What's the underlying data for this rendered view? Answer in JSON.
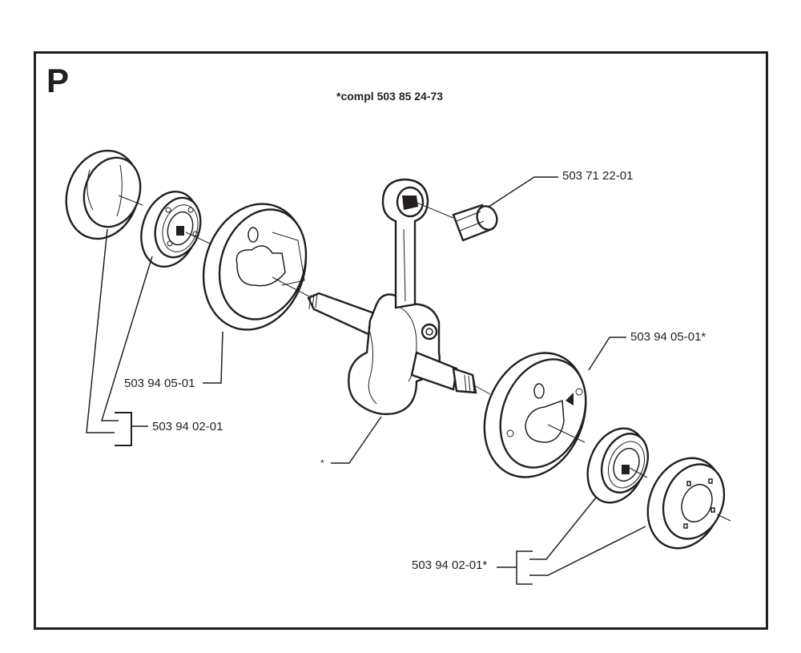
{
  "section": {
    "letter": "P",
    "subtitle": "*compl 503 85 24-73"
  },
  "parts": [
    {
      "id": "needle-bearing",
      "label": "503 71 22-01"
    },
    {
      "id": "seal-right",
      "label": "503 94 05-01*"
    },
    {
      "id": "seal-left",
      "label": "503 94 05-01"
    },
    {
      "id": "bearing-left",
      "label": "503 94 02-01"
    },
    {
      "id": "crankshaft",
      "label": "*"
    },
    {
      "id": "bearing-right",
      "label": "503 94 02-01*"
    }
  ],
  "colors": {
    "ink": "#231f20",
    "paper": "#ffffff"
  }
}
